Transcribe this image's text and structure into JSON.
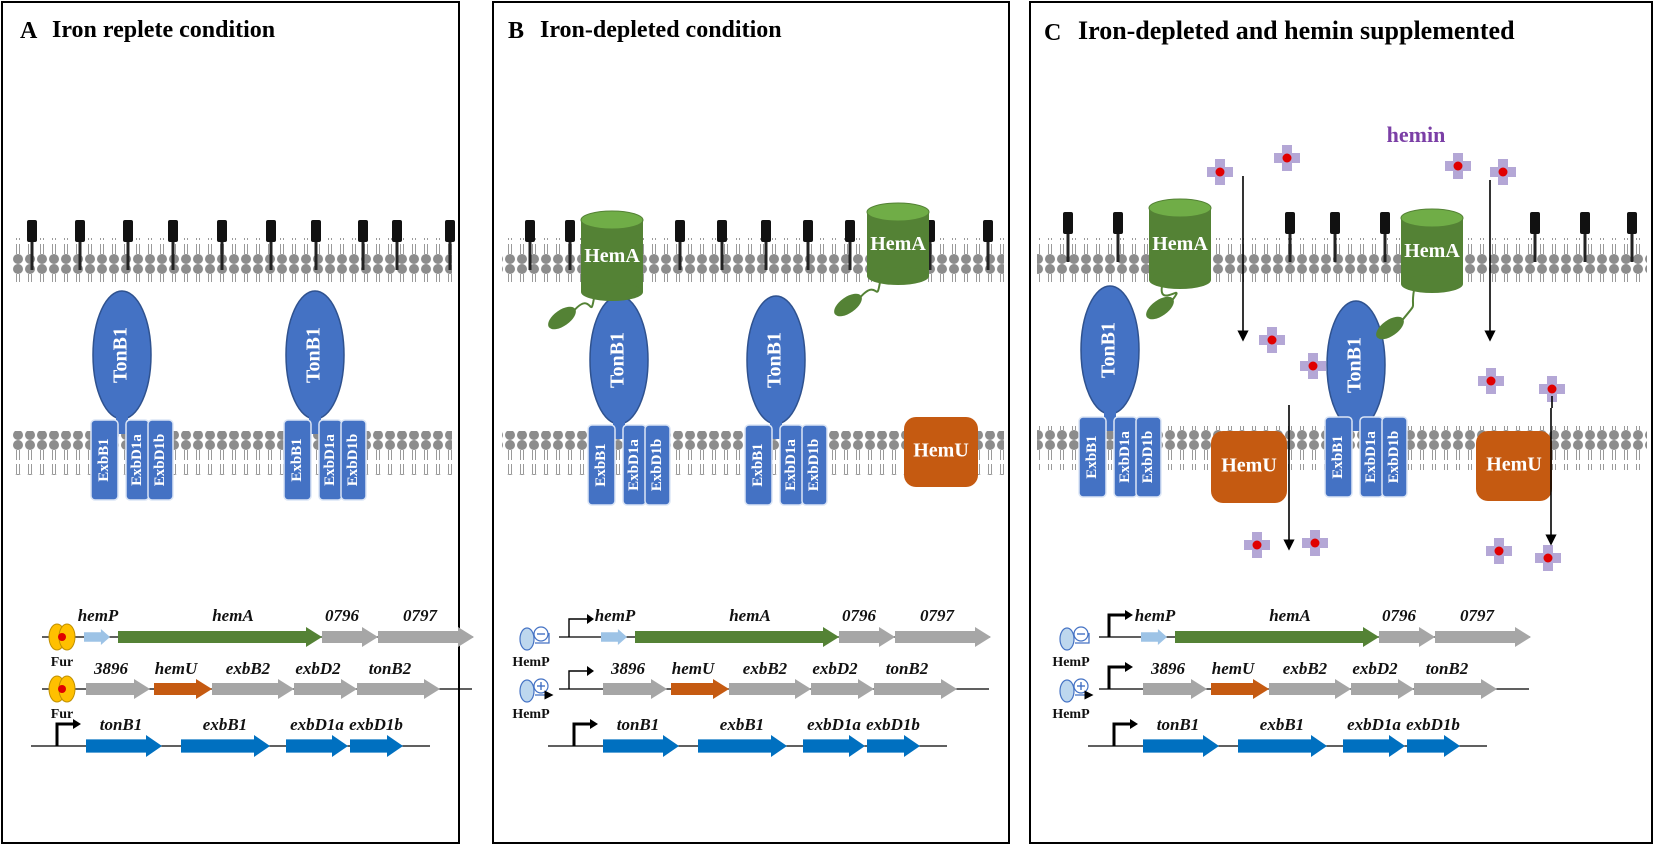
{
  "panels": [
    {
      "letter": "A",
      "title": "Iron replete condition",
      "tonb1_label": "TonB1",
      "exbb1_label": "ExbB1",
      "exbd1a_label": "ExbD1a",
      "exbd1b_label": "ExbD1b",
      "hema_label": "HemA",
      "hemu_label": "HemU",
      "regulator_1": "Fur",
      "regulator_2": "Fur",
      "operon1": [
        "hemP",
        "hemA",
        "0796",
        "0797"
      ],
      "operon2": [
        "3896",
        "hemU",
        "exbB2",
        "exbD2",
        "tonB2"
      ],
      "operon3": [
        "tonB1",
        "exbB1",
        "exbD1a",
        "exbD1b"
      ]
    },
    {
      "letter": "B",
      "title": "Iron-depleted condition",
      "tonb1_label": "TonB1",
      "exbb1_label": "ExbB1",
      "exbd1a_label": "ExbD1a",
      "exbd1b_label": "ExbD1b",
      "hema_label": "HemA",
      "hemu_label": "HemU",
      "regulator_1": "HemP",
      "regulator_2": "HemP",
      "operon1": [
        "hemP",
        "hemA",
        "0796",
        "0797"
      ],
      "operon2": [
        "3896",
        "hemU",
        "exbB2",
        "exbD2",
        "tonB2"
      ],
      "operon3": [
        "tonB1",
        "exbB1",
        "exbD1a",
        "exbD1b"
      ]
    },
    {
      "letter": "C",
      "title": "Iron-depleted and hemin supplemented",
      "hemin_label": "hemin",
      "tonb1_label": "TonB1",
      "exbb1_label": "ExbB1",
      "exbd1a_label": "ExbD1a",
      "exbd1b_label": "ExbD1b",
      "hema_label": "HemA",
      "hemu_label": "HemU",
      "regulator_1": "HemP",
      "regulator_2": "HemP",
      "operon1": [
        "hemP",
        "hemA",
        "0796",
        "0797"
      ],
      "operon2": [
        "3896",
        "hemU",
        "exbB2",
        "exbD2",
        "tonB2"
      ],
      "operon3": [
        "tonB1",
        "exbB1",
        "exbD1a",
        "exbD1b"
      ]
    }
  ],
  "colors": {
    "tonb": "#4472c4",
    "tonb_stroke": "#2f528f",
    "hema": "#548235",
    "hema_top": "#70ad47",
    "hemu": "#c55a11",
    "gene_grey": "#a6a6a6",
    "gene_lightblue": "#9dc3e6",
    "gene_blue": "#0070c0",
    "lipid": "#8c8c8c",
    "fur": "#ffc000",
    "hemp": "#bdd7ee",
    "hemin": "#b4a7d6",
    "hemin_center": "#e00000"
  }
}
